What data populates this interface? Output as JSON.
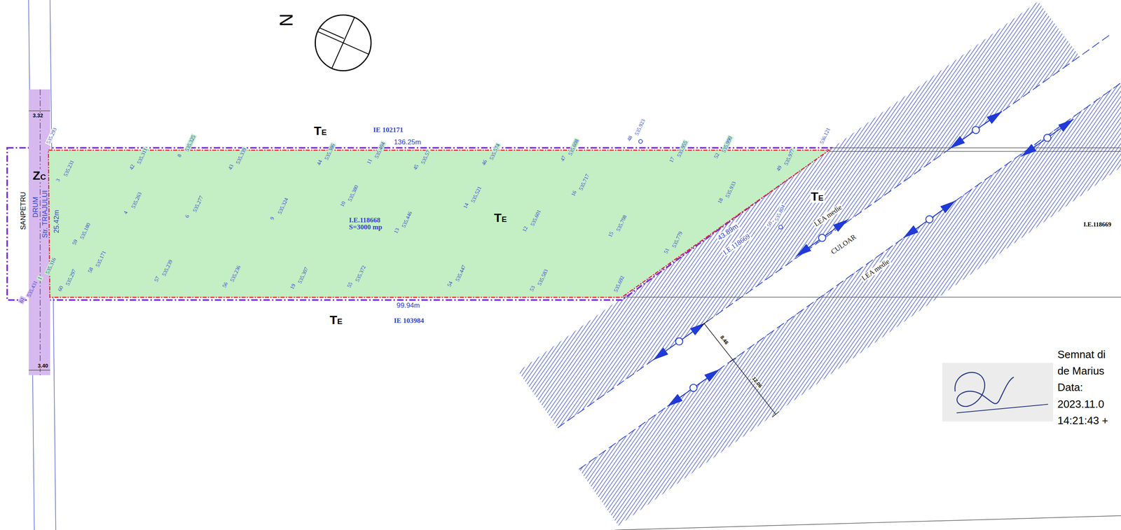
{
  "diagram": {
    "nodes": [
      {
        "text": [
          "DRUM",
          "Str. TRIAJULUI"
        ]
      },
      {
        "text": [
          "I.E.118668 S=3000 mp",
          "TE"
        ]
      }
    ],
    "labels": [
      "N",
      "3.32",
      "3.40",
      "SANPETRU",
      "ZC",
      "25.42m",
      "TE",
      "IE 102171",
      "136.25m",
      "99.94m",
      "TE",
      "IE 103984",
      "43.89m",
      "I.E.118669",
      "TE",
      "LEA medie",
      "CULOAR",
      "LEA medie",
      "I.E.118669",
      "8.46",
      "12.06",
      "Semnat di",
      "de Marius",
      "Data:",
      "2023.11.0",
      "14:21:43 +",
      "535.293",
      "535.231",
      "3",
      "535.311",
      "42",
      "535.325",
      "8",
      "535.339",
      "43",
      "535.386",
      "44",
      "535.404",
      "11",
      "535.57",
      "45",
      "535.574",
      "46",
      "535.608",
      "47",
      "535.923",
      "48",
      "535.955",
      "17",
      "535.990",
      "52",
      "536.121",
      "535.977",
      "49",
      "535.263",
      "4",
      "535.277",
      "6",
      "535.324",
      "9",
      "535.380",
      "10",
      "535.446",
      "13",
      "535.521",
      "14",
      "535.601",
      "12",
      "535.717",
      "16",
      "535.708",
      "15",
      "535.933",
      "18",
      "535.779",
      "51",
      "535.804",
      "50",
      "535.180",
      "59",
      "535.171",
      "58",
      "535.297",
      "60",
      "535.316",
      "1",
      "535.431",
      "61",
      "535.239",
      "57",
      "535.236",
      "56",
      "535.307",
      "19",
      "535.372",
      "55",
      "535.447",
      "54",
      "535.583",
      "53",
      "535.692"
    ]
  }
}
